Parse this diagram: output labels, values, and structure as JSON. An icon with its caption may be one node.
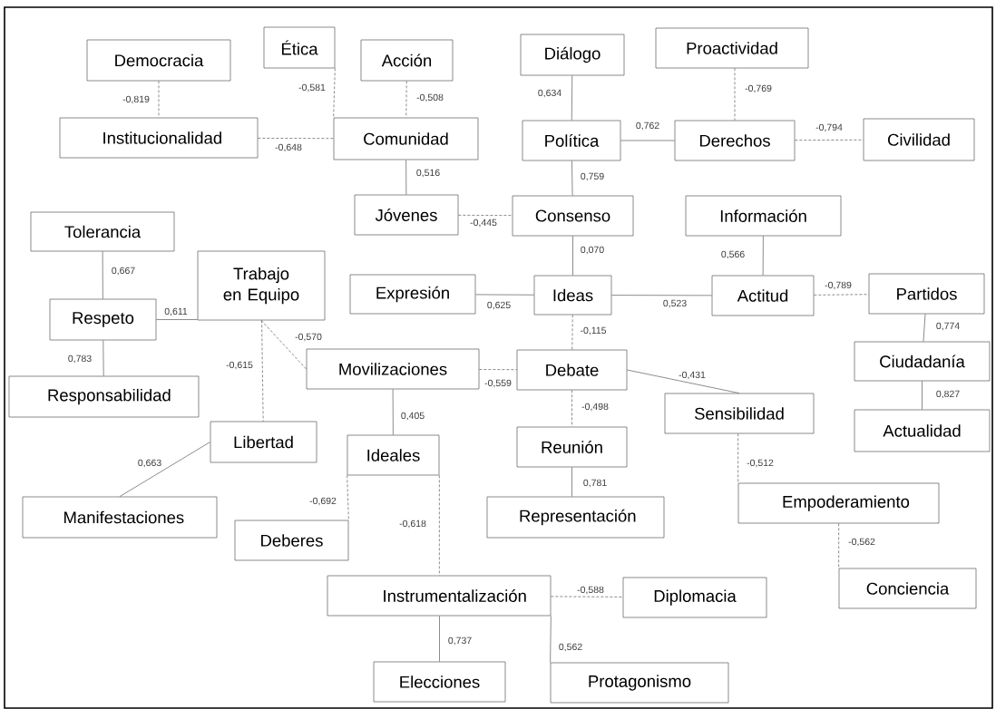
{
  "diagram": {
    "nodes": [
      {
        "text": [
          "Democracia"
        ]
      },
      {
        "text": [
          "Ética"
        ]
      },
      {
        "text": [
          "Acción"
        ]
      },
      {
        "text": [
          "Diálogo"
        ]
      },
      {
        "text": [
          "Proactividad"
        ]
      },
      {
        "text": [
          "Institucionalidad"
        ]
      },
      {
        "text": [
          "Comunidad"
        ]
      },
      {
        "text": [
          "Política"
        ]
      },
      {
        "text": [
          "Derechos"
        ]
      },
      {
        "text": [
          "Civilidad"
        ]
      },
      {
        "text": [
          "Jóvenes"
        ]
      },
      {
        "text": [
          "Consenso"
        ]
      },
      {
        "text": [
          "Información"
        ]
      },
      {
        "text": [
          "Tolerancia"
        ]
      },
      {
        "text": [
          "Trabajo en Equipo"
        ]
      },
      {
        "text": [
          "Expresión"
        ]
      },
      {
        "text": [
          "Ideas"
        ]
      },
      {
        "text": [
          "Actitud"
        ]
      },
      {
        "text": [
          "Partidos"
        ]
      },
      {
        "text": [
          "Respeto"
        ]
      },
      {
        "text": [
          "Movilizaciones"
        ]
      },
      {
        "text": [
          "Debate"
        ]
      },
      {
        "text": [
          "Ciudadanía"
        ]
      },
      {
        "text": [
          "Responsabilidad"
        ]
      },
      {
        "text": [
          "Sensibilidad"
        ]
      },
      {
        "text": [
          "Actualidad"
        ]
      },
      {
        "text": [
          "Reunión"
        ]
      },
      {
        "text": [
          "Libertad"
        ]
      },
      {
        "text": [
          "Ideales"
        ]
      },
      {
        "text": [
          "Manifestaciones"
        ]
      },
      {
        "text": [
          "Representación"
        ]
      },
      {
        "text": [
          "Empoderamiento"
        ]
      },
      {
        "text": [
          "Deberes"
        ]
      },
      {
        "text": [
          "Conciencia"
        ]
      },
      {
        "text": [
          "Instrumentalización"
        ]
      },
      {
        "text": [
          "Diplomacia"
        ]
      },
      {
        "text": [
          "Elecciones"
        ]
      },
      {
        "text": [
          "Protagonismo"
        ]
      }
    ],
    "edges": [
      {
        "from": 0,
        "to": 5,
        "arrow": "none",
        "label": "-0,819",
        "style": "dashed"
      },
      {
        "from": 1,
        "to": 6,
        "arrow": "none",
        "label": "-0,581",
        "style": "dashed"
      },
      {
        "from": 2,
        "to": 6,
        "arrow": "none",
        "label": "-0,508",
        "style": "dashed"
      },
      {
        "from": 5,
        "to": 6,
        "arrow": "none",
        "label": "-0,648",
        "style": "dashed"
      },
      {
        "from": 6,
        "to": 10,
        "arrow": "none",
        "label": "0,516"
      },
      {
        "from": 10,
        "to": 11,
        "arrow": "none",
        "label": "-0,445",
        "style": "dashed"
      },
      {
        "from": 3,
        "to": 7,
        "arrow": "none",
        "label": "0,634"
      },
      {
        "from": 7,
        "to": 8,
        "arrow": "none",
        "label": "0,762"
      },
      {
        "from": 4,
        "to": 8,
        "arrow": "none",
        "label": "-0,769",
        "style": "dashed"
      },
      {
        "from": 8,
        "to": 9,
        "arrow": "none",
        "label": "-0,794",
        "style": "dashed"
      },
      {
        "from": 7,
        "to": 11,
        "arrow": "none",
        "label": "0,759"
      },
      {
        "from": 11,
        "to": 16,
        "arrow": "none",
        "label": "0,070"
      },
      {
        "from": 12,
        "to": 17,
        "arrow": "none",
        "label": "0,566"
      },
      {
        "from": 15,
        "to": 16,
        "arrow": "none",
        "label": "0,625"
      },
      {
        "from": 16,
        "to": 17,
        "arrow": "none",
        "label": "0,523"
      },
      {
        "from": 17,
        "to": 18,
        "arrow": "none",
        "label": "-0,789",
        "style": "dashed"
      },
      {
        "from": 18,
        "to": 22,
        "arrow": "none",
        "label": "0,774"
      },
      {
        "from": 22,
        "to": 25,
        "arrow": "none",
        "label": "0,827"
      },
      {
        "from": 13,
        "to": 19,
        "arrow": "none",
        "label": "0,667"
      },
      {
        "from": 19,
        "to": 14,
        "arrow": "none",
        "label": "0,611"
      },
      {
        "from": 19,
        "to": 23,
        "arrow": "none",
        "label": "0,783"
      },
      {
        "from": 14,
        "to": 20,
        "arrow": "none",
        "label": "-0,570",
        "style": "dashed"
      },
      {
        "from": 14,
        "to": 27,
        "arrow": "none",
        "label": "-0,615",
        "style": "dashed"
      },
      {
        "from": 16,
        "to": 21,
        "arrow": "none",
        "label": "-0,115",
        "style": "dashed"
      },
      {
        "from": 20,
        "to": 21,
        "arrow": "none",
        "label": "-0,559",
        "style": "dashed"
      },
      {
        "from": 21,
        "to": 24,
        "arrow": "none",
        "label": "-0,431"
      },
      {
        "from": 21,
        "to": 26,
        "arrow": "none",
        "label": "-0,498",
        "style": "dashed"
      },
      {
        "from": 26,
        "to": 30,
        "arrow": "none",
        "label": "0,781"
      },
      {
        "from": 24,
        "to": 31,
        "arrow": "none",
        "label": "-0,512",
        "style": "dashed"
      },
      {
        "from": 31,
        "to": 33,
        "arrow": "none",
        "label": "-0,562",
        "style": "dashed"
      },
      {
        "from": 20,
        "to": 28,
        "arrow": "none",
        "label": "0,405"
      },
      {
        "from": 27,
        "to": 29,
        "arrow": "none",
        "label": "0,663"
      },
      {
        "from": 28,
        "to": 32,
        "arrow": "none",
        "label": "-0,692",
        "style": "dashed"
      },
      {
        "from": 28,
        "to": 34,
        "arrow": "none",
        "label": "-0,618",
        "style": "dashed"
      },
      {
        "from": 34,
        "to": 35,
        "arrow": "none",
        "label": "-0,588",
        "style": "dashed"
      },
      {
        "from": 34,
        "to": 36,
        "arrow": "none",
        "label": "0,737"
      },
      {
        "from": 34,
        "to": 37,
        "arrow": "none",
        "label": "0,562"
      }
    ]
  }
}
